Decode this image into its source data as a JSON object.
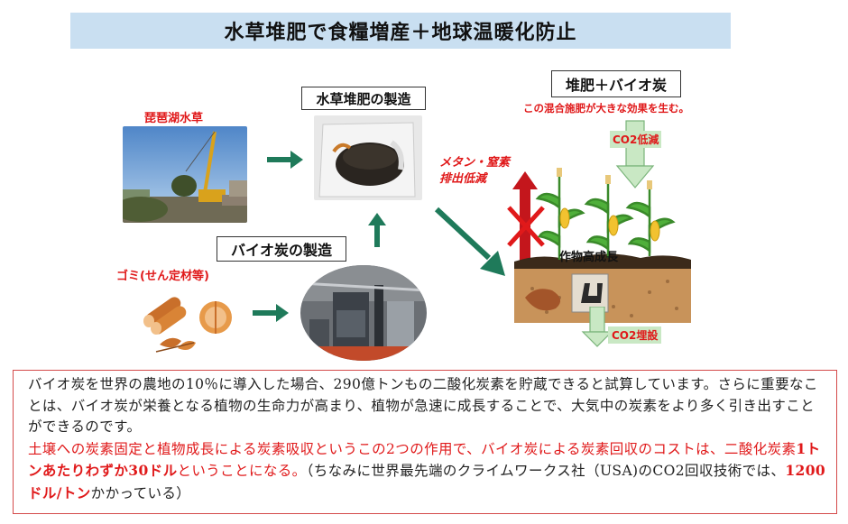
{
  "title": "水草堆肥で食糧増産＋地球温暖化防止",
  "labels": {
    "biwako": "琵琶湖水草",
    "compost": "水草堆肥の製造",
    "biochar": "バイオ炭の製造",
    "gomi": "ゴミ(せん定材等)",
    "compost_plus": "堆肥＋バイオ炭",
    "mix_effect": "この混合施肥が大きな効果を生む。",
    "co2_reduce": "CO2低減",
    "methane_1": "メタン・窒素",
    "methane_2": "排出低減",
    "crop_growth": "作物高成長",
    "co2_bury": "CO2埋設"
  },
  "info": {
    "p1": "バイオ炭を世界の農地の10％に導入した場合、290億トンもの二酸化炭素を貯蔵できると試算しています。さらに重要なことは、バイオ炭が栄養となる植物の生命力が高まり、植物が急速に成長することで、大気中の炭素をより多く引き出すことができるのです。",
    "p2_red": "土壌への炭素固定と植物成長による炭素吸収というこの2つの作用で、バイオ炭による炭素回収のコストは、二酸化炭素",
    "p2_bold": "1トンあたりわずか30ドル",
    "p2_red_end": "ということになる。",
    "p2_black": "（ちなみに世界最先端のクライムワークス社（USA)のCO2回収技術では、",
    "p2_bold2": "1200ドル/トン",
    "p2_black_end": "かかっている）"
  },
  "colors": {
    "title_bg": "#c9dff1",
    "arrow_green": "#1f7a5a",
    "red": "#e0191a",
    "soil": "#b9864f"
  }
}
